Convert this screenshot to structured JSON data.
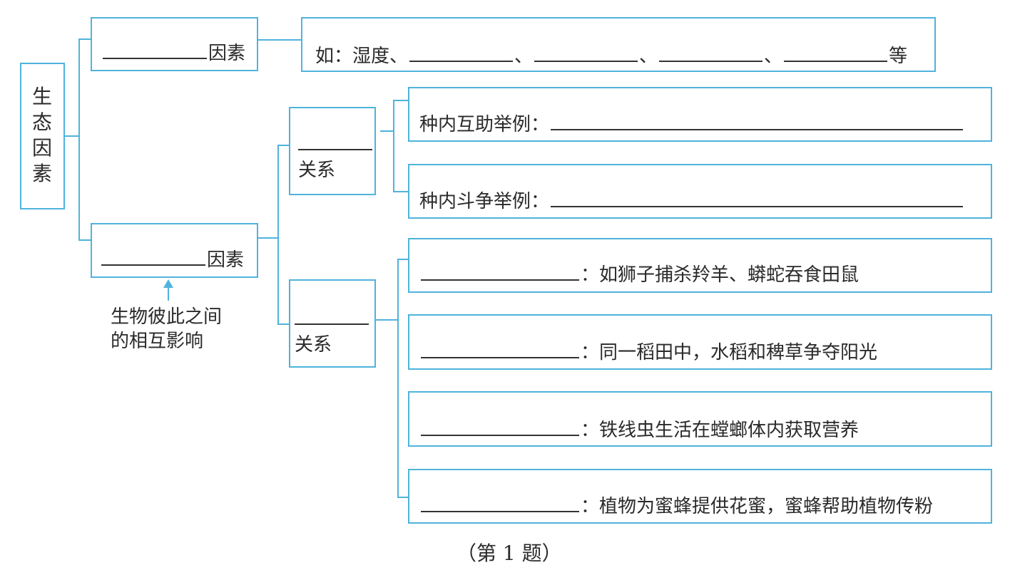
{
  "root": {
    "label": [
      "生",
      "态",
      "因",
      "素"
    ]
  },
  "branch_abiotic": {
    "suffix": "因素"
  },
  "abiotic_examples": {
    "prefix": "如：湿度、",
    "sep": "、",
    "suffix": "等",
    "blank_count": 4
  },
  "branch_biotic": {
    "suffix": "因素"
  },
  "biotic_note": {
    "line1": "生物彼此之间",
    "line2": "的相互影响"
  },
  "intra": {
    "suffix": "关系",
    "items": [
      {
        "label": "种内互助举例："
      },
      {
        "label": "种内斗争举例："
      }
    ]
  },
  "inter": {
    "suffix": "关系",
    "items": [
      {
        "text": "：如狮子捕杀羚羊、蟒蛇吞食田鼠"
      },
      {
        "text": "：同一稻田中，水稻和稗草争夺阳光"
      },
      {
        "text": "：铁线虫生活在螳螂体内获取营养"
      },
      {
        "text": "：植物为蜜蜂提供花蜜，蜜蜂帮助植物传粉"
      }
    ]
  },
  "caption": "（第 1 题）",
  "colors": {
    "accent": "#4fb3dc"
  }
}
